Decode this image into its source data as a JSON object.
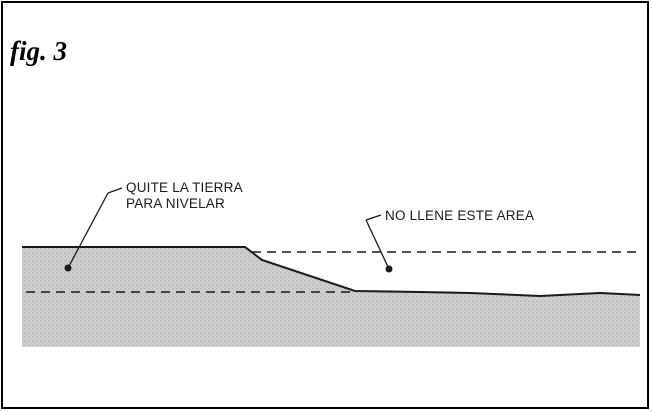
{
  "figure": {
    "label": "fig. 3"
  },
  "diagram": {
    "callouts": {
      "remove_soil_line1": "QUITE LA TIERRA",
      "remove_soil_line2": "PARA NIVELAR",
      "do_not_fill": "NO LLENE ESTE AREA"
    }
  },
  "colors": {
    "border": "#000000",
    "ground_fill": "#d2d2d2",
    "ground_outline": "#1a1a1a"
  }
}
